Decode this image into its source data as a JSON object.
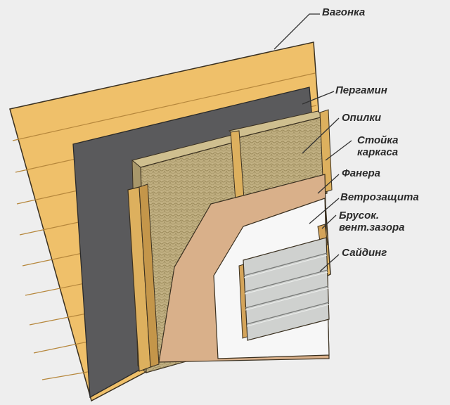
{
  "labels": {
    "vagonka": "Вагонка",
    "pergamin": "Пергамин",
    "opilki": "Опилки",
    "stoika_line1": "Стойка",
    "stoika_line2": "каркаса",
    "fanera": "Фанера",
    "vetrozashchita": "Ветрозащита",
    "brusok_line1": "Брусок.",
    "brusok_line2": "вент.зазора",
    "sajding": "Сайдинг"
  },
  "colors": {
    "background": "#eeeeee",
    "lining_wood": "#efc06a",
    "membrane": "#5a5a5c",
    "insulation": "#bfae80",
    "frame_post": "#ddb05e",
    "plywood": "#d9b08a",
    "wind_barrier": "#f7f7f7",
    "siding": "#cfd1cf",
    "leader_line": "#333333"
  }
}
